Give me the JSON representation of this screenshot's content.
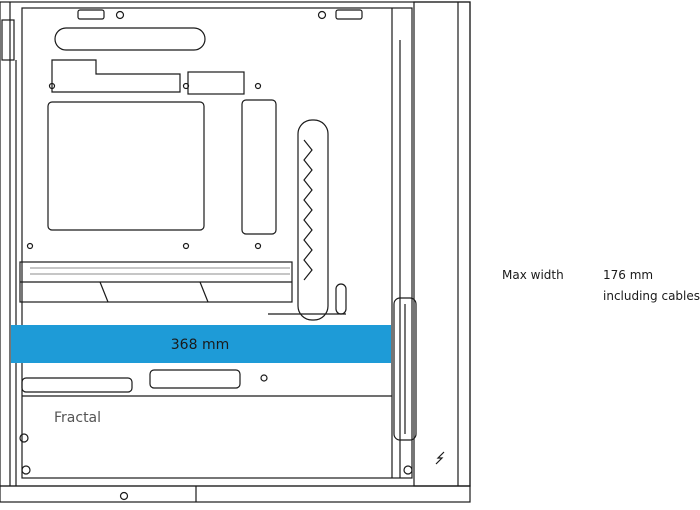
{
  "diagram": {
    "gpu_length_label": "368 mm",
    "brand_logo": "Fractal",
    "highlight_color": "#1e9bd7",
    "line_color": "#1a1a1a",
    "spec": {
      "label": "Max width",
      "value": "176 mm",
      "note": "including cables"
    }
  }
}
